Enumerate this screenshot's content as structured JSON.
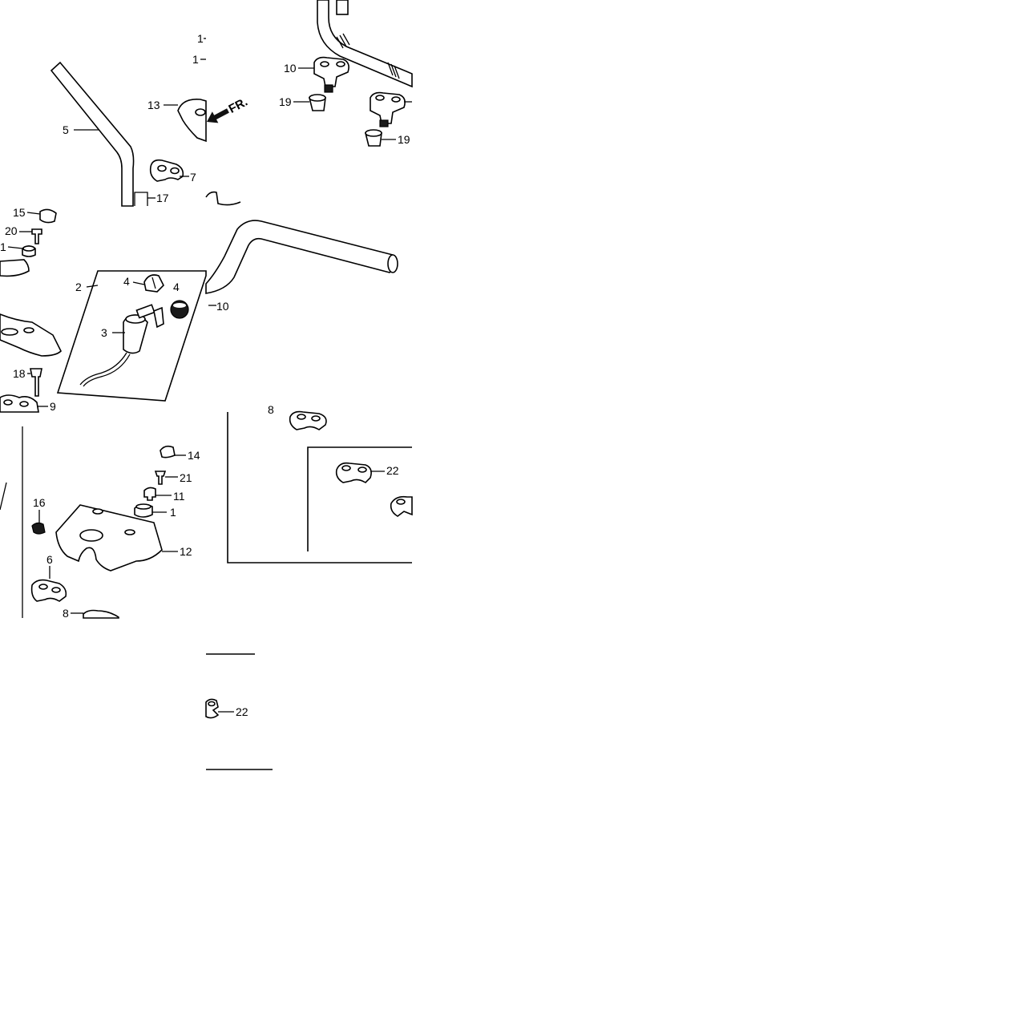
{
  "direction_arrow": {
    "label": "FR."
  },
  "labels": {
    "top_left": {
      "c1a": "1",
      "c1b": "1",
      "l5": "5",
      "l13": "13",
      "l7": "7",
      "l17": "17"
    },
    "top_right": {
      "l10": "10",
      "l19a": "19",
      "l19b": "19"
    },
    "middle": {
      "l15": "15",
      "l20": "20",
      "l1": "1",
      "l2": "2",
      "l4a": "4",
      "l4b": "4",
      "l3": "3",
      "l18": "18",
      "l9": "9",
      "l10": "10"
    },
    "bottom_left": {
      "l14": "14",
      "l21": "21",
      "l11": "11",
      "l16": "16",
      "l1": "1",
      "l12": "12",
      "l6": "6",
      "l8": "8"
    },
    "bottom_right": {
      "l8": "8",
      "l22": "22"
    },
    "bottom_strip": {
      "l22": "22"
    }
  }
}
